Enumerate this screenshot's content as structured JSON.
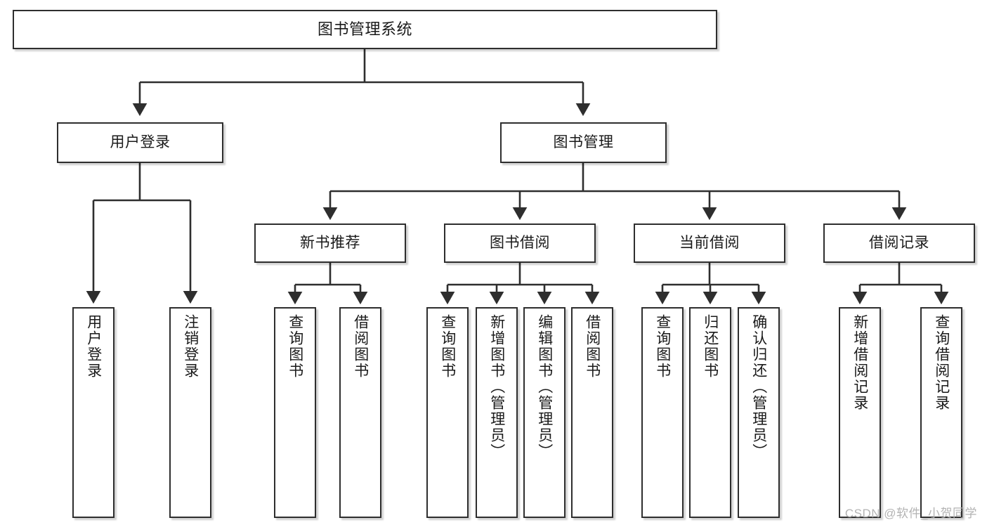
{
  "diagram": {
    "type": "tree",
    "title": "图书管理系统",
    "stroke_color": "#2e2e2e",
    "background_color": "#ffffff",
    "text_color": "#1a1a1a",
    "nodes": {
      "root": {
        "label": "图书管理系统",
        "level": 0
      },
      "user_login": {
        "label": "用户登录",
        "level": 1
      },
      "book_manage": {
        "label": "图书管理",
        "level": 1
      },
      "new_book_rec": {
        "label": "新书推荐",
        "level": 2
      },
      "book_borrow": {
        "label": "图书借阅",
        "level": 2
      },
      "current_borrow": {
        "label": "当前借阅",
        "level": 2
      },
      "borrow_record": {
        "label": "借阅记录",
        "level": 2
      },
      "leaf_user_login": {
        "label": "用户登录",
        "level": 2
      },
      "leaf_logout": {
        "label": "注销登录",
        "level": 2
      },
      "leaf_query_book_1": {
        "label": "查询图书",
        "level": 3
      },
      "leaf_borrow_book_1": {
        "label": "借阅图书",
        "level": 3
      },
      "leaf_query_book_2": {
        "label": "查询图书",
        "level": 3
      },
      "leaf_add_book": {
        "label": "新增图书（管理员）",
        "level": 3
      },
      "leaf_edit_book": {
        "label": "编辑图书（管理员）",
        "level": 3
      },
      "leaf_borrow_book_2": {
        "label": "借阅图书",
        "level": 3
      },
      "leaf_query_book_3": {
        "label": "查询图书",
        "level": 3
      },
      "leaf_return_book": {
        "label": "归还图书",
        "level": 3
      },
      "leaf_confirm_return": {
        "label": "确认归还（管理员）",
        "level": 3
      },
      "leaf_add_record": {
        "label": "新增借阅记录",
        "level": 3
      },
      "leaf_query_record": {
        "label": "查询借阅记录",
        "level": 3
      }
    },
    "edges": [
      {
        "from": "root",
        "to": "user_login"
      },
      {
        "from": "root",
        "to": "book_manage"
      },
      {
        "from": "user_login",
        "to": "leaf_user_login"
      },
      {
        "from": "user_login",
        "to": "leaf_logout"
      },
      {
        "from": "book_manage",
        "to": "new_book_rec"
      },
      {
        "from": "book_manage",
        "to": "book_borrow"
      },
      {
        "from": "book_manage",
        "to": "current_borrow"
      },
      {
        "from": "book_manage",
        "to": "borrow_record"
      },
      {
        "from": "new_book_rec",
        "to": "leaf_query_book_1"
      },
      {
        "from": "new_book_rec",
        "to": "leaf_borrow_book_1"
      },
      {
        "from": "book_borrow",
        "to": "leaf_query_book_2"
      },
      {
        "from": "book_borrow",
        "to": "leaf_add_book"
      },
      {
        "from": "book_borrow",
        "to": "leaf_edit_book"
      },
      {
        "from": "book_borrow",
        "to": "leaf_borrow_book_2"
      },
      {
        "from": "current_borrow",
        "to": "leaf_query_book_3"
      },
      {
        "from": "current_borrow",
        "to": "leaf_return_book"
      },
      {
        "from": "current_borrow",
        "to": "leaf_confirm_return"
      },
      {
        "from": "borrow_record",
        "to": "leaf_add_record"
      },
      {
        "from": "borrow_record",
        "to": "leaf_query_record"
      }
    ]
  },
  "watermark": {
    "text": "CSDN @软件_小贺同学"
  }
}
